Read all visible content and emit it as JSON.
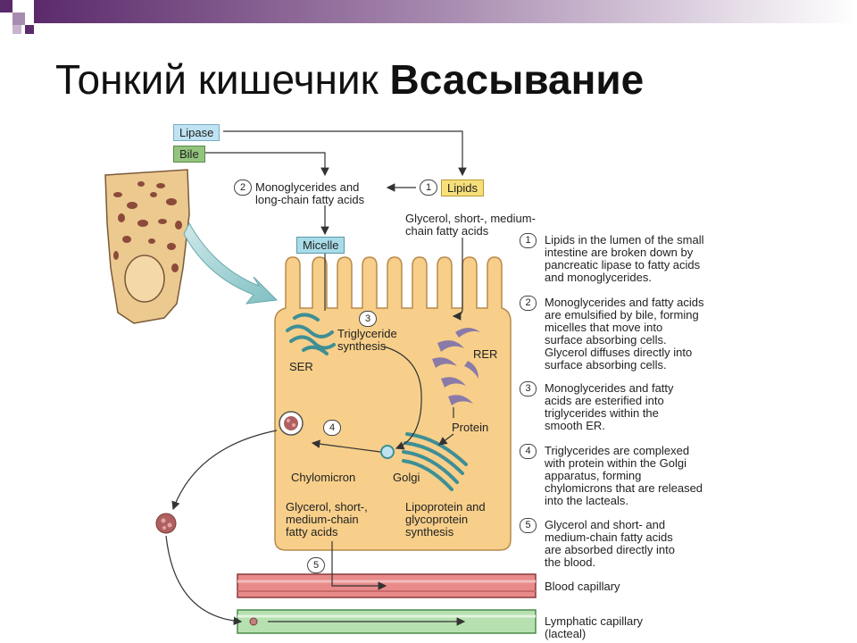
{
  "title": {
    "regular": "Тонкий кишечник ",
    "bold": "Всасывание"
  },
  "inputs": {
    "lipase": "Lipase",
    "bile": "Bile",
    "lipids": "Lipids",
    "micelle": "Micelle"
  },
  "labels": {
    "monoglycerides": "Monoglycerides and\nlong-chain fatty acids",
    "glycerol_top": "Glycerol, short-, medium-\nchain fatty acids",
    "triglyceride": "Triglyceride\nsynthesis",
    "ser": "SER",
    "rer": "RER",
    "protein": "Protein",
    "chylomicron": "Chylomicron",
    "golgi": "Golgi",
    "glycerol_bottom": "Glycerol, short-,\nmedium-chain\nfatty acids",
    "lipoprotein": "Lipoprotein and\nglycoprotein\nsynthesis",
    "blood_capillary": "Blood capillary",
    "lymphatic_capillary": "Lymphatic capillary\n(lacteal)"
  },
  "steps": [
    "1",
    "2",
    "3",
    "4",
    "5"
  ],
  "notes": [
    {
      "num": "1",
      "text": "Lipids in the lumen of the small\nintestine are broken down by\npancreatic lipase to fatty acids\nand monoglycerides."
    },
    {
      "num": "2",
      "text": "Monoglycerides and fatty acids\nare emulsified by bile, forming\nmicelles that move into\nsurface absorbing cells.\nGlycerol diffuses directly into\nsurface absorbing cells."
    },
    {
      "num": "3",
      "text": "Monoglycerides and fatty\nacids are esterified into\ntriglycerides within the\nsmooth ER."
    },
    {
      "num": "4",
      "text": "Triglycerides are complexed\nwith protein within the Golgi\napparatus, forming\nchylomicrons that are released\ninto the lacteals."
    },
    {
      "num": "5",
      "text": "Glycerol and short- and\nmedium-chain fatty acids\nare absorbed directly into\nthe blood."
    }
  ],
  "colors": {
    "cell": "#f7cf8a",
    "lipase_box": "#bfe3f2",
    "bile_box": "#93c47d",
    "lipids_box": "#f7e07a",
    "micelle_box": "#a8dce8",
    "blood": "#e88a8a",
    "lymph": "#b7e0b0",
    "accent": "#6b2c6b"
  }
}
